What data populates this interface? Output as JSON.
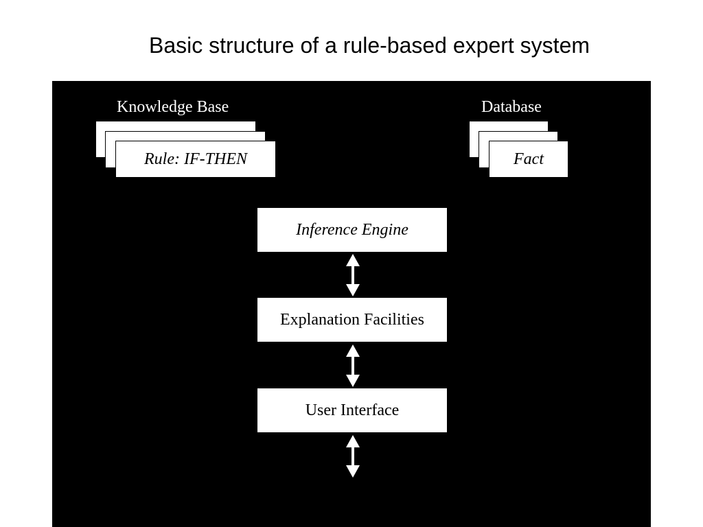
{
  "slide": {
    "title": "Basic structure of a rule-based expert system"
  },
  "diagram": {
    "knowledge_base": {
      "label": "Knowledge Base",
      "card_text": "Rule: IF-THEN"
    },
    "database": {
      "label": "Database",
      "card_text": "Fact"
    },
    "inference_engine": "Inference Engine",
    "explanation_facilities": "Explanation Facilities",
    "user_interface": "User Interface",
    "colors": {
      "panel": "#000000",
      "boxes": "#ffffff",
      "text": "#000000"
    }
  }
}
